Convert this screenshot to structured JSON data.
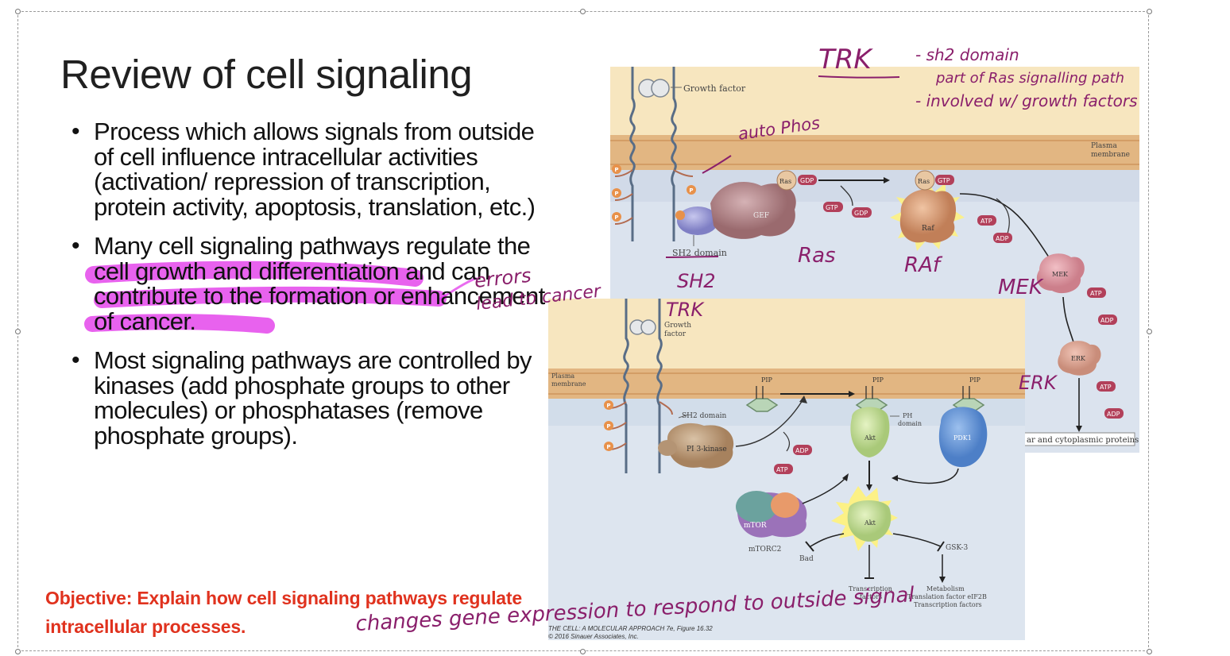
{
  "slide": {
    "title": "Review of cell signaling",
    "bullets": [
      "Process which allows signals from outside of cell influence intracellular activities (activation/ repression of transcription, protein activity, apoptosis, translation, etc.)",
      "Many cell signaling pathways regulate the cell growth and differentiation and can contribute to the formation or enhancement of cancer.",
      "Most signaling pathways are controlled by kinases (add phosphate groups to other molecules) or phosphatases (remove phosphate groups)."
    ],
    "objective": "Objective: Explain how cell signaling pathways regulate intracellular processes."
  },
  "figure_ras": {
    "labels": {
      "growth_factor": "Growth factor",
      "plasma_membrane_1": "Plasma",
      "plasma_membrane_2": "membrane",
      "sh2_domain": "SH2 domain",
      "gef": "GEF",
      "ras1": "Ras",
      "gdp1": "GDP",
      "gtp1": "GTP",
      "gdp2": "GDP",
      "ras2": "Ras",
      "gtp2": "GTP",
      "raf": "Raf",
      "atp1": "ATP",
      "adp1": "ADP",
      "mek": "MEK",
      "atp2": "ATP",
      "adp2": "ADP",
      "erk": "ERK",
      "atp3": "ATP",
      "adp3": "ADP",
      "targets": "ar and cytoplasmic proteins",
      "p": "P"
    }
  },
  "figure_pi3k": {
    "labels": {
      "growth_factor_1": "Growth",
      "growth_factor_2": "factor",
      "plasma_membrane_1": "Plasma",
      "plasma_membrane_2": "membrane",
      "pip2": "PIP",
      "pip3a": "PIP",
      "pip3b": "PIP",
      "sub2": "2",
      "sub3": "3",
      "sh2_domain": "SH2 domain",
      "pi3k": "PI 3-kinase",
      "ph_domain_1": "PH",
      "ph_domain_2": "domain",
      "akt1": "Akt",
      "pdk1": "PDK1",
      "adp": "ADP",
      "atp": "ATP",
      "mtor": "mTOR",
      "mtorc2": "mTORC2",
      "akt2": "Akt",
      "bad": "Bad",
      "gsk3": "GSK-3",
      "tf_1": "Transcription",
      "tf_2": "factors",
      "met_1": "Metabolism",
      "met_2": "Translation factor eIF2B",
      "met_3": "Transcription factors",
      "p": "P"
    },
    "credit_line1": "THE CELL: A MOLECULAR APPROACH 7e, Figure 16.32",
    "credit_line2": "© 2016 Sinauer Associates, Inc."
  },
  "annotations": {
    "trk_title": "TRK",
    "note1": "- sh2 domain",
    "note2": "part of Ras signalling path",
    "note3": "- involved w/ growth factors",
    "auto_phos": "auto Phos",
    "ras": "Ras",
    "raf": "RAf",
    "sh2": "SH2",
    "trk2": "TRK",
    "mek": "MEK",
    "erk": "ERK",
    "errors1": "errors",
    "errors2": "lead to cancer",
    "bottom": "changes gene expression to respond to outside signal"
  },
  "colors": {
    "objective": "#e0321e",
    "ink": "#8a1f6b",
    "highlighter": "#e02ee8",
    "membrane": "#e2b682",
    "extracellular": "#f7e6bf",
    "cytoplasm": "#d9e2ee"
  }
}
